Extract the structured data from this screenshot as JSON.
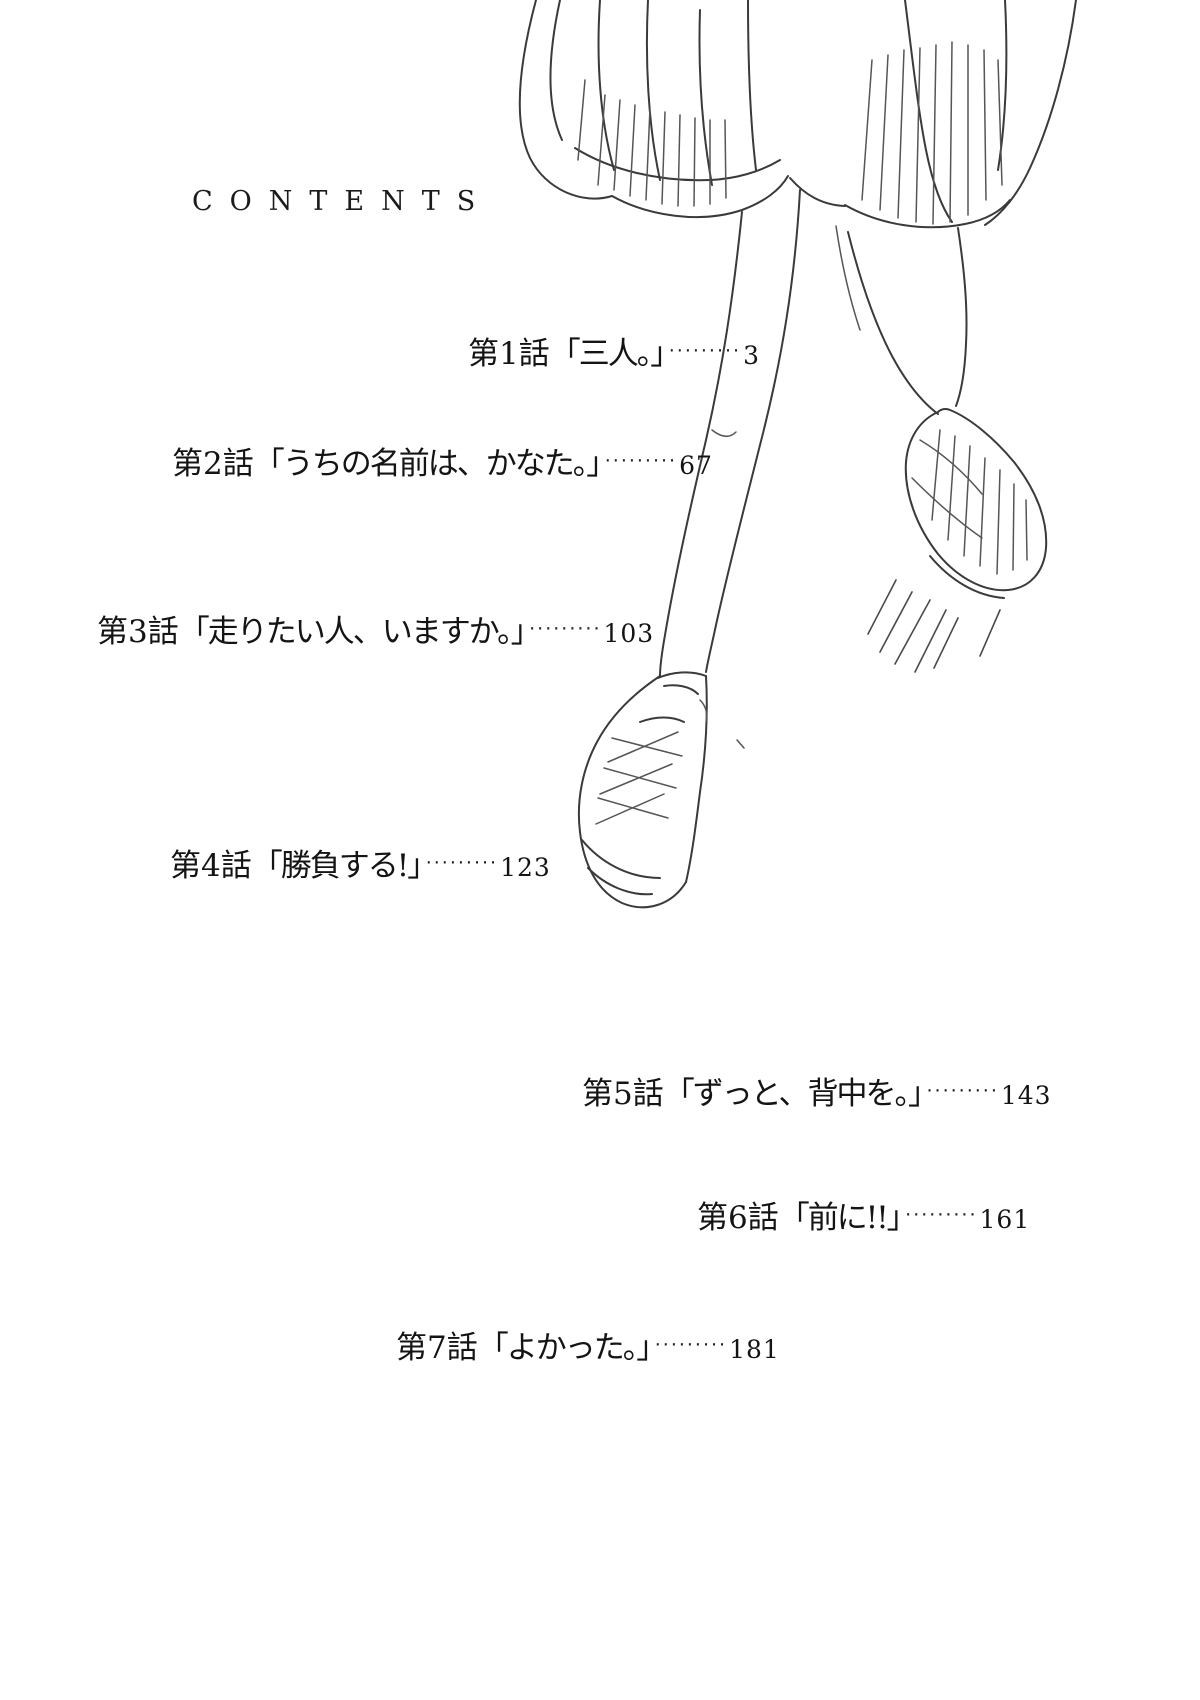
{
  "header": {
    "title": "CONTENTS"
  },
  "toc": {
    "entries": [
      {
        "label": "第1話",
        "title": "「三人。」",
        "leader": "·········",
        "page": "3"
      },
      {
        "label": "第2話",
        "title": "「うちの名前は、かなた。」",
        "leader": "·········",
        "page": "67"
      },
      {
        "label": "第3話",
        "title": "「走りたい人、いますか。」",
        "leader": "·········",
        "page": "103"
      },
      {
        "label": "第4話",
        "title": "「勝負する!」",
        "leader": "·········",
        "page": "123"
      },
      {
        "label": "第5話",
        "title": "「ずっと、背中を。」",
        "leader": "·········",
        "page": "143"
      },
      {
        "label": "第6話",
        "title": "「前に!!」",
        "leader": "·········",
        "page": "161"
      },
      {
        "label": "第7話",
        "title": "「よかった。」",
        "leader": "·········",
        "page": "181"
      }
    ]
  },
  "illustration": {
    "name": "running-legs-pencil-sketch",
    "description": "Pencil line drawing of a running figure's lower body: fluttering skirt with hatched shading, bare legs, lace-up sneakers, motion lines",
    "stroke_color": "#3a3a3a"
  },
  "canvas": {
    "background": "#ffffff"
  }
}
